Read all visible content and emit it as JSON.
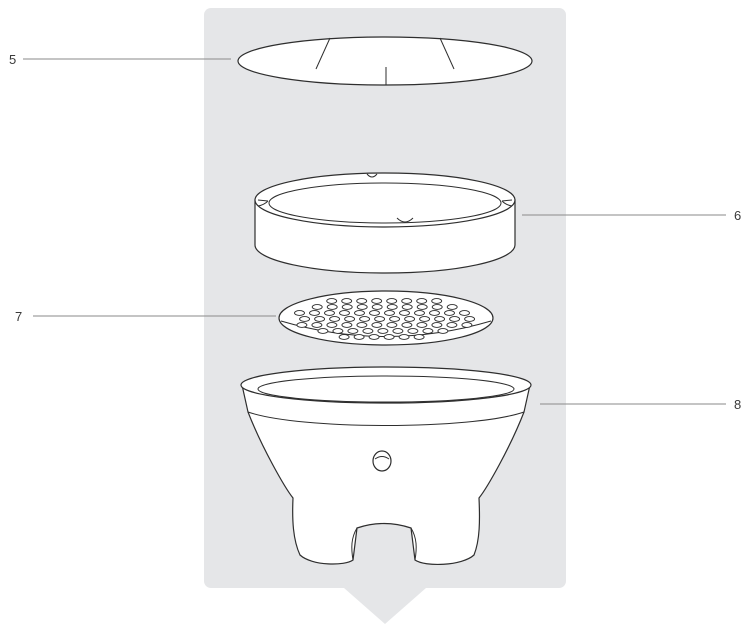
{
  "colors": {
    "panel": "#e5e6e8",
    "outline": "#2e2e2e",
    "leader": "#8a8a8a",
    "label": "#3a3a3a"
  },
  "callouts": [
    {
      "id": "lid",
      "label": "5"
    },
    {
      "id": "ash-tray",
      "label": "6"
    },
    {
      "id": "grate",
      "label": "7"
    },
    {
      "id": "bowl",
      "label": "8"
    }
  ]
}
